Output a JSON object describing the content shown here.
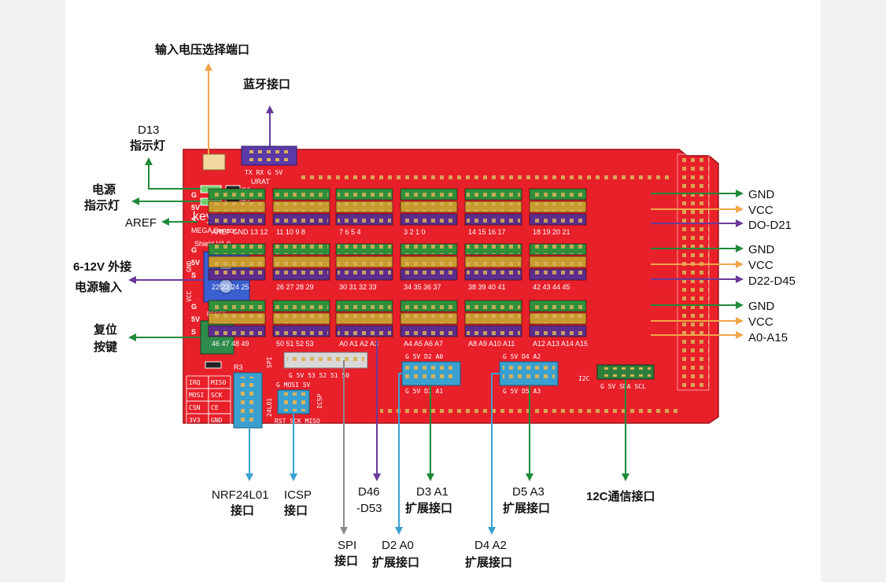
{
  "board": {
    "brand": "keyes",
    "model": "MEGA Sensor",
    "version": "Shield V1.0",
    "silk": {
      "bt_pins": "TX RX G 5V",
      "urat": "URAT",
      "reset": "RESET",
      "spi": "SPI",
      "spi_pins": "G 5V 53 52 51 50",
      "icsp": "ICSP",
      "icsp_top": "G MOSI 5V",
      "icsp_bottom": "RST SCK MISO",
      "nrf": "24L01",
      "i2c": "I2C",
      "i2c_pins": "G 5V SDA SCL",
      "gnd": "GND",
      "vcc": "VCC",
      "r1": "R1",
      "r2": "R2",
      "r3": "R3"
    },
    "nrf_cells": [
      "IRQ",
      "MISO",
      "MOSI",
      "SCK",
      "CSN",
      "CE",
      "3V3",
      "GND"
    ],
    "ext1_pins": "G 5V D2 A0",
    "ext1_bottom": "G 5V D3 A1",
    "ext2_pins": "G 5V D4 A2",
    "ext2_bottom": "G 5V D5 A3",
    "row_letters": [
      "G",
      "5V",
      "S"
    ],
    "groups": {
      "row1": [
        "AREF GND 13 12",
        "11 10 9 8",
        "7 6 5 4",
        "3 2 1 0",
        "14 15 16 17",
        "18 19 20 21"
      ],
      "row2": [
        "22 23 24 25",
        "26 27 28 29",
        "30 31 32 33",
        "34 35 36 37",
        "38 39 40 41",
        "42 43 44 45"
      ],
      "row3": [
        "46 47 48 49",
        "50 51 52 53",
        "A0 A1 A2 A3",
        "A4 A5 A6 A7",
        "A8 A9 A10 A11",
        "A12 A13 A14 A15"
      ]
    }
  },
  "labels": {
    "voltage_select": "输入电压选择端口",
    "bluetooth": "蓝牙接口",
    "d13_line1": "D13",
    "d13_line2": "指示灯",
    "power_led_line1": "电源",
    "power_led_line2": "指示灯",
    "aref": "AREF",
    "power_in_line1": "6-12V 外接",
    "power_in_line2": "电源输入",
    "reset_line1": "复位",
    "reset_line2": "按键",
    "gnd1": "GND",
    "vcc1": "VCC",
    "d0_d21": "DO-D21",
    "gnd2": "GND",
    "vcc2": "VCC",
    "d22_d45": "D22-D45",
    "gnd3": "GND",
    "vcc3": "VCC",
    "a0_a15": "A0-A15",
    "nrf_line1": "NRF24L01",
    "nrf_line2": "接口",
    "icsp_line1": "ICSP",
    "icsp_line2": "接口",
    "spi_line1": "SPI",
    "spi_line2": "接口",
    "d46_line1": "D46",
    "d46_line2": "-D53",
    "d2a0_line1": "D2 A0",
    "d2a0_line2": "扩展接口",
    "d3a1_line1": "D3 A1",
    "d3a1_line2": "扩展接口",
    "d4a2_line1": "D4 A2",
    "d4a2_line2": "扩展接口",
    "d5a3_line1": "D5 A3",
    "d5a3_line2": "扩展接口",
    "i2c_label": "12C通信接口"
  },
  "colors": {
    "board_red": "#e8202a",
    "header_green": "#2f8f3a",
    "header_yellow": "#c99a2e",
    "header_purple": "#5b2d8c",
    "arrow_green": "#1f8a3a",
    "arrow_orange": "#f0a64a",
    "arrow_purple": "#6a3a9a",
    "arrow_blue": "#3aa0d0",
    "arrow_gray": "#8a8a8a"
  }
}
